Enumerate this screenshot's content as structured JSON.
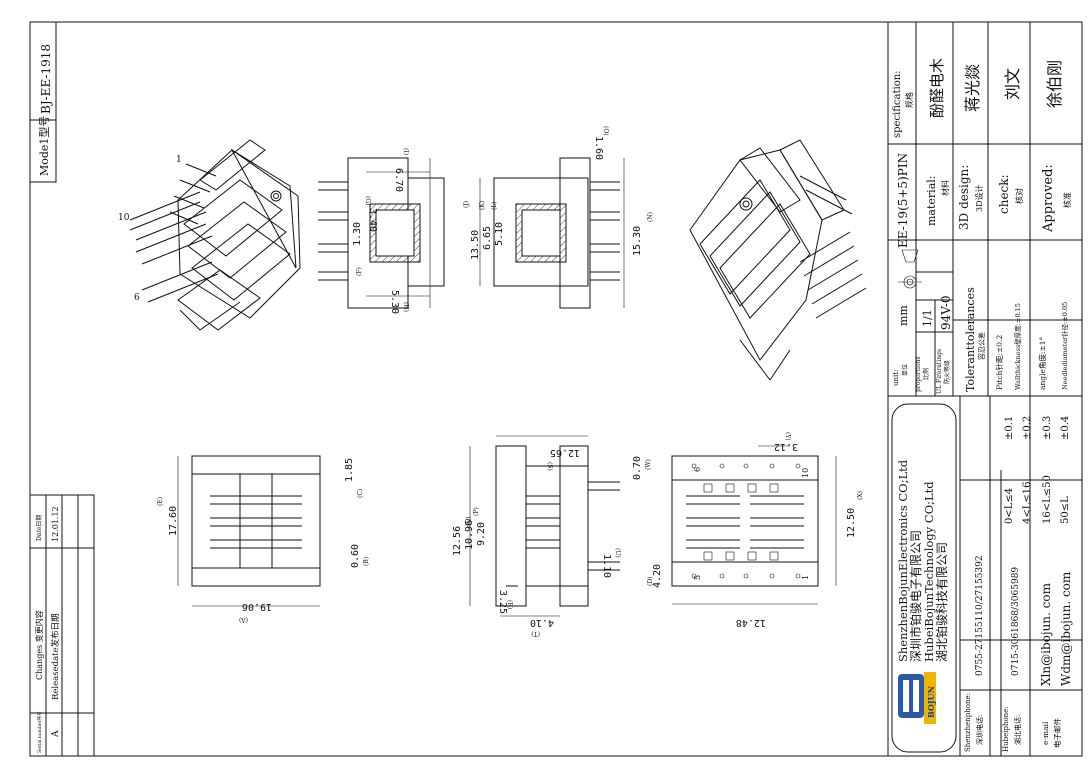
{
  "model": {
    "label": "Mode1型号",
    "value": "BJ-EE-1918"
  },
  "changes": {
    "headers": [
      "Serial number序号",
      "Changes 变更内容",
      "Date日期"
    ],
    "rows": [
      {
        "serial": "A",
        "change": "Releasedate发布日期",
        "date": "12.01.12"
      }
    ]
  },
  "title_block": {
    "specification": {
      "label": "specification:",
      "sub": "规格",
      "value": "EE-19(5+5)PIN"
    },
    "material": {
      "label": "material:",
      "sub": "材料",
      "value": "酚醛电木"
    },
    "design": {
      "label": "3D design:",
      "sub": "3D设计",
      "value": "蒋光燚"
    },
    "check": {
      "label": "check:",
      "sub": "核对",
      "value": "刘文"
    },
    "approved": {
      "label": "Approved:",
      "sub": "核准",
      "value": "徐伯刚"
    },
    "unit": {
      "label": "unit:",
      "sub": "单位",
      "value": "mm"
    },
    "proportion": {
      "label": "proportions",
      "sub": "比例",
      "value": "1/1"
    },
    "ul": {
      "label": "UL Fireratings",
      "sub": "防火等级",
      "value": "94V-0"
    },
    "tolerances": {
      "label": "Toleranttolerances",
      "sub": "容忍公差",
      "rows": [
        {
          "range": "0<L≤4",
          "tol": "±0.1"
        },
        {
          "range": "4<L≤16",
          "tol": "±0.2"
        },
        {
          "range": "16<L≤50",
          "tol": "±0.3"
        },
        {
          "range": "50≤L",
          "tol": "±0.4"
        }
      ],
      "notes": [
        "Pitch针距:±0.2",
        "Wallthickness壁厚度:±0.15",
        "angle角度:±1°",
        "Needlediameter针径:±0.05"
      ]
    },
    "company": [
      "ShenzhenBojunElectronics CO;Ltd",
      "深圳市铂骏电子有限公司",
      "HubeiBojunTechnology CO;Ltd",
      "湖北铂骏科技有限公司"
    ],
    "logo_text": "BOJUN",
    "contacts": [
      {
        "label": "Shenzhenphone:",
        "sub": "深圳电话:",
        "value": "0755-27155110/27155392"
      },
      {
        "label": "Hubeiphone:",
        "sub": "湖北电话:",
        "value": "0715-3061868/3065989"
      },
      {
        "label": "e-mail",
        "sub": "电子邮件",
        "value1": "Xln@ibojun. com",
        "value2": "Wdm@ibojun. com"
      }
    ]
  },
  "dimensions": {
    "top_mid": {
      "d1": "6.70",
      "d2": "3.40",
      "d3": "1.30",
      "d4": "5.30",
      "g": "(G)",
      "f": "(F)",
      "i": "(I)",
      "h": "(H)"
    },
    "top_right": {
      "d1": "1.60",
      "d2": "13.50",
      "d3": "6.65",
      "d4": "5.10",
      "d5": "15.30",
      "j": "(J)",
      "k": "(K)",
      "l": "(L)",
      "n": "(N)",
      "o": "(O)"
    },
    "bot_left": {
      "d1": "17.60",
      "d2": "1.85",
      "d3": "0.60",
      "d4": "19.06",
      "e": "(E)",
      "c": "(C)",
      "b": "(B)",
      "a": "(A)"
    },
    "bot_mid": {
      "d1": "12.65",
      "d2": "12.56",
      "d3": "10.96",
      "d4": "9.20",
      "d5": "1.10",
      "d6": "3.25",
      "d7": "4.10",
      "d8": "0.70",
      "s": "(S)",
      "q": "(Q)",
      "p": "(P)",
      "r": "(R)",
      "t": "(T)",
      "u": "(U)",
      "w": "(W)"
    },
    "bot_right": {
      "d1": "3.12",
      "d2": "12.50",
      "d3": "4.20",
      "d4": "12.48",
      "y": "(Y)",
      "x": "(X)",
      "d": "(D)",
      "pin6": "6",
      "pin10": "10",
      "pin5": "5",
      "pin1": "1"
    },
    "iso_left": {
      "p1": "1",
      "p10": "10",
      "p6": "6"
    }
  }
}
